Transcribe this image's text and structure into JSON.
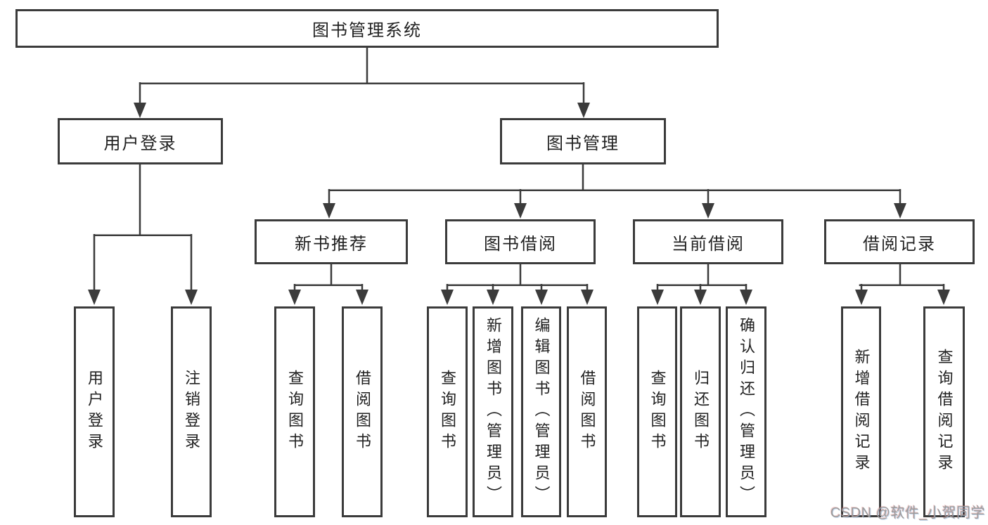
{
  "diagram_type": "hierarchy-tree",
  "colors": {
    "background": "#ffffff",
    "line": "#3b3b3b",
    "box_border": "#3b3b3b",
    "text": "#212121",
    "watermark": "#9c9c9c"
  },
  "tree": {
    "label": "图书管理系统",
    "children": [
      {
        "label": "用户登录",
        "children": [
          {
            "label": "用户登录"
          },
          {
            "label": "注销登录"
          }
        ]
      },
      {
        "label": "图书管理",
        "children": [
          {
            "label": "新书推荐",
            "children": [
              {
                "label": "查询图书"
              },
              {
                "label": "借阅图书"
              }
            ]
          },
          {
            "label": "图书借阅",
            "children": [
              {
                "label": "查询图书"
              },
              {
                "label": "新增图书（管理员）"
              },
              {
                "label": "编辑图书（管理员）"
              },
              {
                "label": "借阅图书"
              }
            ]
          },
          {
            "label": "当前借阅",
            "children": [
              {
                "label": "查询图书"
              },
              {
                "label": "归还图书"
              },
              {
                "label": "确认归还（管理员）"
              }
            ]
          },
          {
            "label": "借阅记录",
            "children": [
              {
                "label": "新增借阅记录"
              },
              {
                "label": "查询借阅记录"
              }
            ]
          }
        ]
      }
    ]
  },
  "watermark": {
    "text": "CSDN @软件_小贺同学"
  }
}
